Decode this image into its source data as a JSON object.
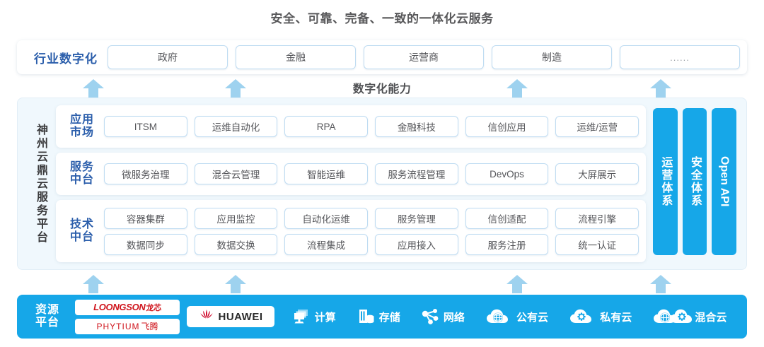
{
  "title": "安全、可靠、完备、一致的一体化云服务",
  "capability_caption": "数字化能力",
  "industry": {
    "label": "行业数字化",
    "cells": [
      {
        "label": "政府"
      },
      {
        "label": "金融"
      },
      {
        "label": "运营商"
      },
      {
        "label": "制造"
      },
      {
        "label": "......"
      }
    ]
  },
  "platform": {
    "vertical_label": "神州云鼎云服务平台",
    "tiers": [
      {
        "label": "应用\n市场",
        "label_line1": "应用",
        "label_line2": "市场",
        "rows": [
          [
            "ITSM",
            "运维自动化",
            "RPA",
            "金融科技",
            "信创应用",
            "运维/运营"
          ]
        ]
      },
      {
        "label_line1": "服务",
        "label_line2": "中台",
        "rows": [
          [
            "微服务治理",
            "混合云管理",
            "智能运维",
            "服务流程管理",
            "DevOps",
            "大屏展示"
          ]
        ]
      },
      {
        "label_line1": "技术",
        "label_line2": "中台",
        "rows": [
          [
            "容器集群",
            "应用监控",
            "自动化运维",
            "服务管理",
            "信创适配",
            "流程引擎"
          ],
          [
            "数据同步",
            "数据交换",
            "流程集成",
            "应用接入",
            "服务注册",
            "统一认证"
          ]
        ]
      }
    ],
    "pillars": [
      {
        "label": "运营体系",
        "latin": false
      },
      {
        "label": "安全体系",
        "latin": false
      },
      {
        "label": "Open API",
        "latin": true
      }
    ]
  },
  "resource": {
    "label_line1": "资源",
    "label_line2": "平台",
    "logos": [
      {
        "name": "LOONGSON",
        "cn": "龙芯"
      },
      {
        "name": "PHYTIUM",
        "cn": "飞腾"
      }
    ],
    "huawei": {
      "text": "HUAWEI"
    },
    "items": [
      {
        "label": "计算",
        "icon": "compute-icon"
      },
      {
        "label": "存储",
        "icon": "storage-icon"
      },
      {
        "label": "网络",
        "icon": "network-icon"
      },
      {
        "label": "公有云",
        "icon": "public-cloud-icon"
      },
      {
        "label": "私有云",
        "icon": "private-cloud-icon"
      },
      {
        "label": "混合云",
        "icon": "hybrid-cloud-icon"
      }
    ]
  },
  "arrows": {
    "count_upper": 4,
    "count_lower": 4,
    "color": "#9ed2ef"
  },
  "colors": {
    "brand_blue": "#16a7e8",
    "label_blue": "#2b5eab",
    "arrow_blue": "#9ed2ef",
    "panel_bg": "#f0f8fd",
    "chip_border": "#bfdcf2",
    "logo_red": "#cf131b"
  }
}
